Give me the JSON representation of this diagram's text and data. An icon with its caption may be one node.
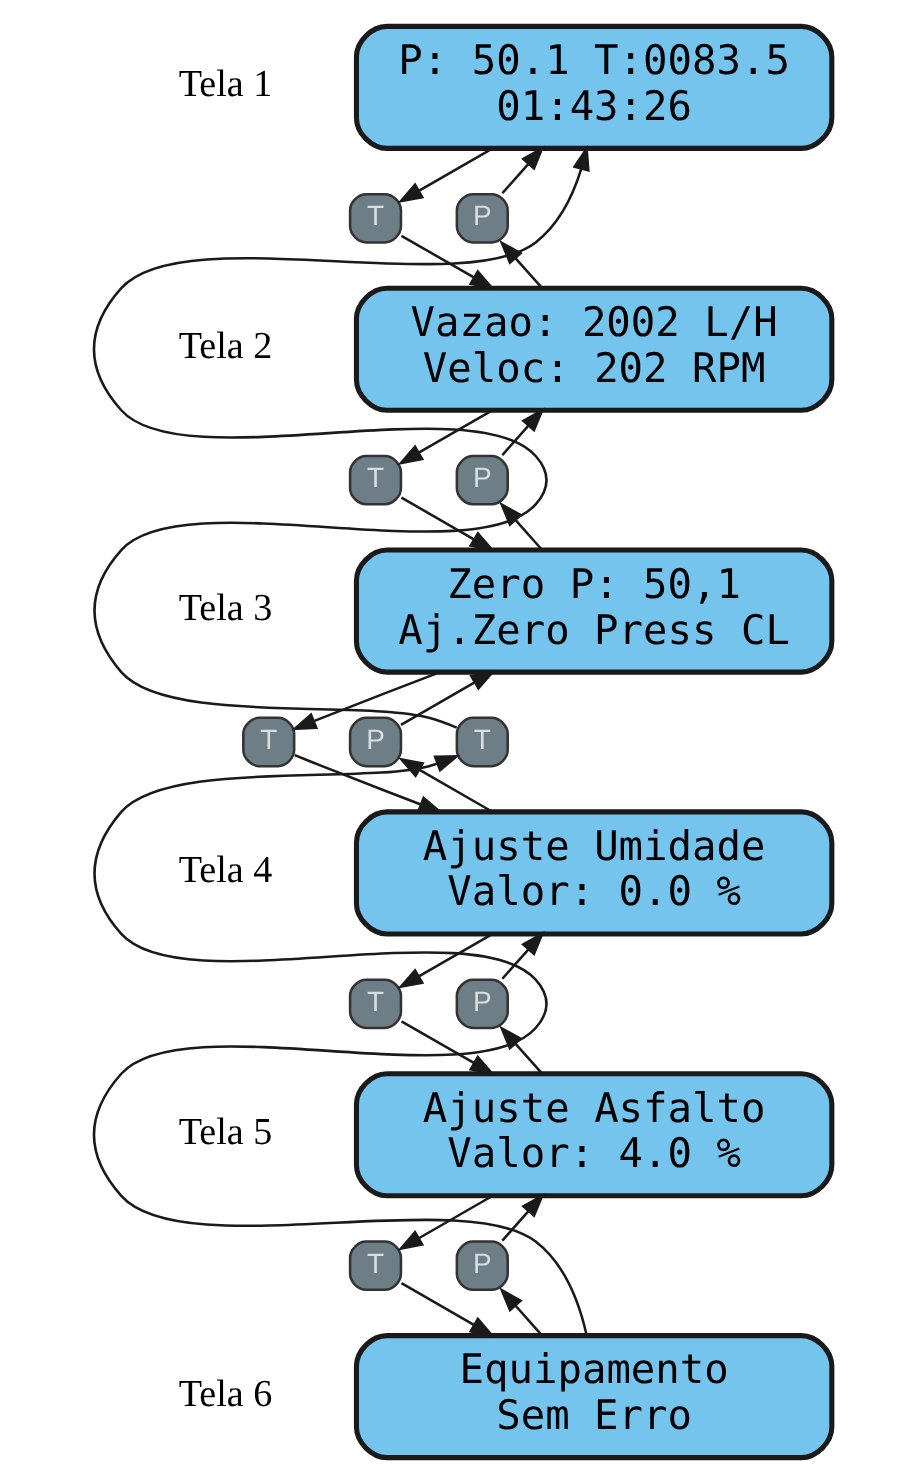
{
  "diagram": {
    "nodes": [
      {
        "text": [
          "P: 50.1 T:0083.5",
          "01:43:26"
        ],
        "beside": [
          "Tela 1"
        ]
      },
      {
        "text": [
          "T"
        ]
      },
      {
        "text": [
          "P"
        ]
      },
      {
        "text": [
          "Vazao: 2002 L/H",
          "Veloc: 202 RPM"
        ],
        "beside": [
          "Tela 2"
        ]
      },
      {
        "text": [
          "T"
        ]
      },
      {
        "text": [
          "P"
        ]
      },
      {
        "text": [
          "Zero P: 50,1",
          "Aj.Zero Press CL"
        ],
        "beside": [
          "Tela 3"
        ]
      },
      {
        "text": [
          "T"
        ]
      },
      {
        "text": [
          "P"
        ]
      },
      {
        "text": [
          "T"
        ]
      },
      {
        "text": [
          "Ajuste Umidade",
          "Valor: 0.0 %"
        ],
        "beside": [
          "Tela 4"
        ]
      },
      {
        "text": [
          "T"
        ]
      },
      {
        "text": [
          "P"
        ]
      },
      {
        "text": [
          "Ajuste Asfalto",
          "Valor: 4.0 %"
        ],
        "beside": [
          "Tela 5"
        ]
      },
      {
        "text": [
          "T"
        ]
      },
      {
        "text": [
          "P"
        ]
      },
      {
        "text": [
          "Equipamento",
          "Sem Erro"
        ],
        "beside": [
          "Tela 6"
        ]
      }
    ],
    "edges": [
      {
        "from": 0,
        "to": 1,
        "arrow": "to"
      },
      {
        "from": 1,
        "to": 3,
        "arrow": "to"
      },
      {
        "from": 3,
        "to": 2,
        "arrow": "to"
      },
      {
        "from": 2,
        "to": 0,
        "arrow": "to"
      },
      {
        "from": 3,
        "to": 4,
        "arrow": "to"
      },
      {
        "from": 4,
        "to": 6,
        "arrow": "to"
      },
      {
        "from": 6,
        "to": 5,
        "arrow": "to"
      },
      {
        "from": 5,
        "to": 3,
        "arrow": "to"
      },
      {
        "from": 6,
        "to": 7,
        "arrow": "to"
      },
      {
        "from": 7,
        "to": 10,
        "arrow": "to"
      },
      {
        "from": 10,
        "to": 8,
        "arrow": "to"
      },
      {
        "from": 8,
        "to": 6,
        "arrow": "to"
      },
      {
        "from": 10,
        "to": 11,
        "arrow": "to"
      },
      {
        "from": 11,
        "to": 13,
        "arrow": "to"
      },
      {
        "from": 13,
        "to": 12,
        "arrow": "to"
      },
      {
        "from": 12,
        "to": 10,
        "arrow": "to"
      },
      {
        "from": 13,
        "to": 14,
        "arrow": "to"
      },
      {
        "from": 14,
        "to": 16,
        "arrow": "to"
      },
      {
        "from": 16,
        "to": 15,
        "arrow": "to"
      },
      {
        "from": 15,
        "to": 13,
        "arrow": "to"
      },
      {
        "from": 16,
        "to": 9,
        "arrow": "to"
      },
      {
        "from": 9,
        "to": 0,
        "arrow": "to"
      }
    ]
  }
}
